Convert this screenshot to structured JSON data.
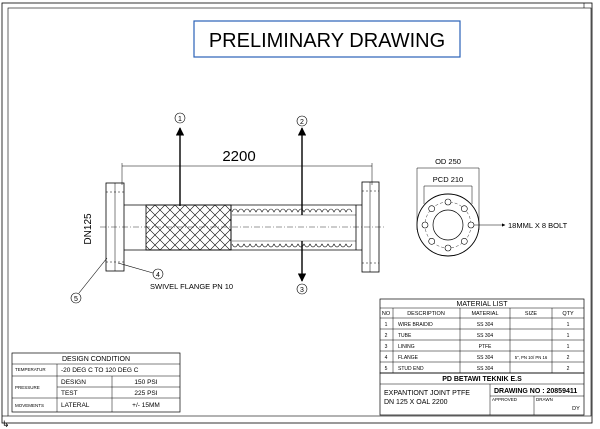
{
  "title": "PRELIMINARY DRAWING",
  "dimension_length": "2200",
  "dn_label": "DN125",
  "callouts": [
    "1",
    "2",
    "3",
    "4",
    "5"
  ],
  "swivel_label": "SWIVEL FLANGE PN 10",
  "flange_detail": {
    "od": "OD 250",
    "pcd": "PCD 210",
    "bolt": "18MML X 8 BOLT"
  },
  "material_list": {
    "heading": "MATERIAL LIST",
    "columns": [
      "NO",
      "DESCRIPTION",
      "MATERIAL",
      "SIZE",
      "QTY"
    ],
    "rows": [
      [
        "1",
        "WIRE BRAIDID",
        "SS 304",
        "",
        "1"
      ],
      [
        "2",
        "TUBE",
        "SS 304",
        "",
        "1"
      ],
      [
        "3",
        "LINING",
        "PTFE",
        "",
        "1"
      ],
      [
        "4",
        "FLANGE",
        "SS 304",
        "5\", PN 10/ PN 16",
        "2"
      ],
      [
        "5",
        "STUD END",
        "SS 304",
        "",
        "2"
      ]
    ]
  },
  "company": "PD BETAWI TEKNIK E.S",
  "part_name_1": "EXPANTIONT JOINT PTFE",
  "part_name_2": "DN 125 X OAL 2200",
  "drawing_no": "DRAWING NO : 20859411",
  "approved": "APPROVED",
  "drawn": "DRAWN",
  "drawn_by": "DY",
  "design_condition": {
    "heading": "DESIGN CONDITION",
    "temperature_label": "TEMPERATUR",
    "temperature_value": "-20 DEG C TO 120 DEG C",
    "pressure_label": "PRESSURE",
    "design_label": "DESIGN",
    "design_value": "150 PSI",
    "test_label": "TEST",
    "test_value": "225 PSI",
    "movements_label": "MOVEMENTS",
    "lateral_label": "LATERAL",
    "lateral_value": "+/- 15MM"
  }
}
